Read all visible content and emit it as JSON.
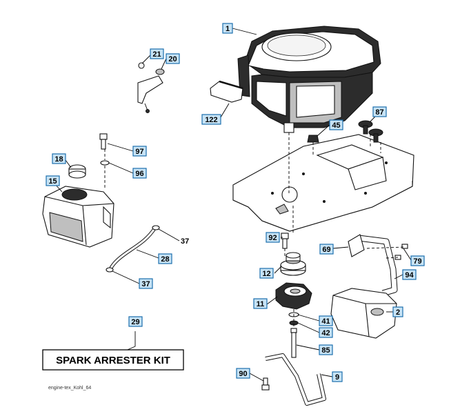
{
  "diagram": {
    "kit_label": "SPARK ARRESTER KIT",
    "footer": "engine-tex_Kohl_64",
    "callouts": [
      {
        "id": "c1",
        "label": "1"
      },
      {
        "id": "c21",
        "label": "21"
      },
      {
        "id": "c20",
        "label": "20"
      },
      {
        "id": "c122",
        "label": "122"
      },
      {
        "id": "c45",
        "label": "45"
      },
      {
        "id": "c87",
        "label": "87"
      },
      {
        "id": "c97",
        "label": "97"
      },
      {
        "id": "c18",
        "label": "18"
      },
      {
        "id": "c96",
        "label": "96"
      },
      {
        "id": "c15",
        "label": "15"
      },
      {
        "id": "c28",
        "label": "28"
      },
      {
        "id": "c37b",
        "label": "37"
      },
      {
        "id": "c92",
        "label": "92"
      },
      {
        "id": "c69",
        "label": "69"
      },
      {
        "id": "c79",
        "label": "79"
      },
      {
        "id": "c12",
        "label": "12"
      },
      {
        "id": "c94",
        "label": "94"
      },
      {
        "id": "c11",
        "label": "11"
      },
      {
        "id": "c2",
        "label": "2"
      },
      {
        "id": "c41",
        "label": "41"
      },
      {
        "id": "c42",
        "label": "42"
      },
      {
        "id": "c29",
        "label": "29"
      },
      {
        "id": "c85",
        "label": "85"
      },
      {
        "id": "c90",
        "label": "90"
      },
      {
        "id": "c9",
        "label": "9"
      }
    ],
    "plain_labels": [
      {
        "id": "p37a",
        "label": "37"
      }
    ]
  }
}
